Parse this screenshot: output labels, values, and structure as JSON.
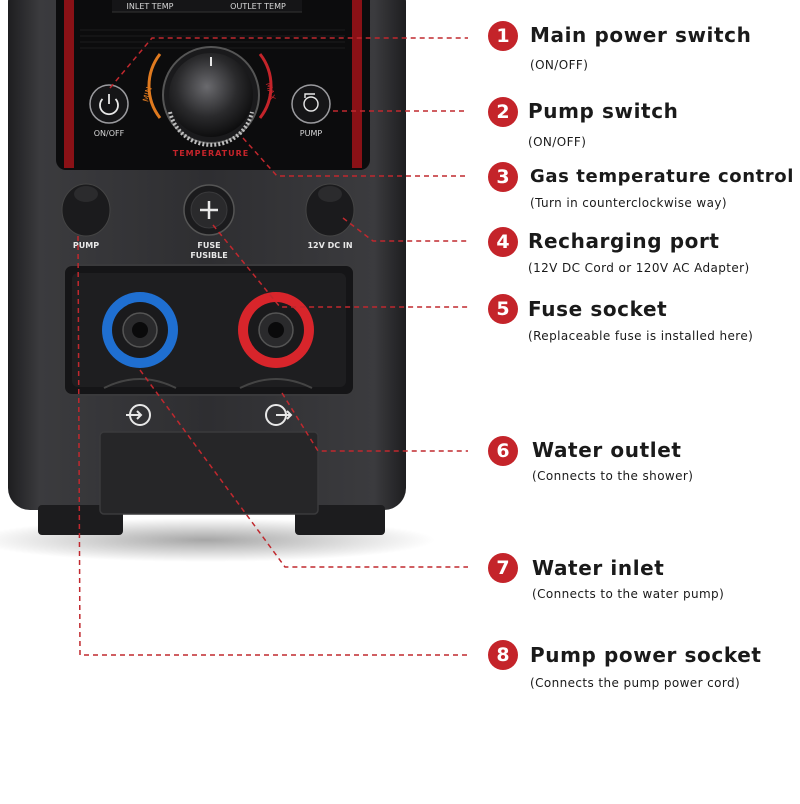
{
  "device": {
    "inlet_temp_label": "INLET TEMP",
    "outlet_temp_label": "OUTLET TEMP",
    "power_label": "ON/OFF",
    "pump_button_label": "PUMP",
    "knob_min": "MIN",
    "knob_max": "MAX",
    "knob_arc_label": "TEMPERATURE",
    "pump_port_label": "PUMP",
    "fuse_label_en": "FUSE",
    "fuse_label_fr": "FUSIBLE",
    "dc_port_label": "12V DC IN"
  },
  "callouts": [
    {
      "number": "1",
      "title": "Main power switch",
      "subtitle": "(ON/OFF)"
    },
    {
      "number": "2",
      "title": "Pump switch",
      "subtitle": "(ON/OFF)"
    },
    {
      "number": "3",
      "title": "Gas temperature control",
      "subtitle": "(Turn in counterclockwise way)"
    },
    {
      "number": "4",
      "title": "Recharging port",
      "subtitle": "(12V DC Cord or 120V AC Adapter)"
    },
    {
      "number": "5",
      "title": "Fuse socket",
      "subtitle": "(Replaceable fuse is installed here)"
    },
    {
      "number": "6",
      "title": "Water outlet",
      "subtitle": "(Connects to the shower)"
    },
    {
      "number": "7",
      "title": "Water inlet",
      "subtitle": "(Connects to the water pump)"
    },
    {
      "number": "8",
      "title": "Pump power socket",
      "subtitle": "(Connects the pump power cord)"
    }
  ],
  "colors": {
    "accent_red": "#c4242a",
    "leader_red": "#c0282e",
    "body_dark": "#2b2b2d",
    "inlet_blue": "#1f6fd1",
    "outlet_red": "#d8252b"
  }
}
